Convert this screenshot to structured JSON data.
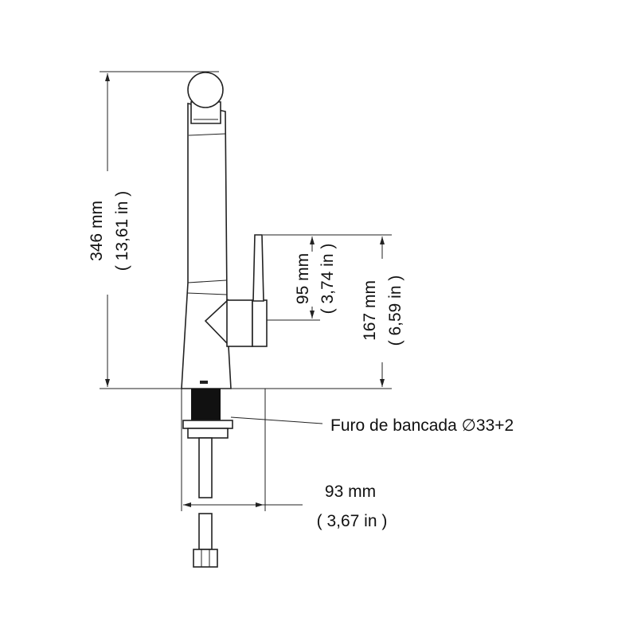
{
  "title": "Faucet dimensional drawing",
  "dimensions": {
    "total_height": {
      "mm": "346 mm",
      "in": "( 13,61 in )"
    },
    "lever_height": {
      "mm": "95 mm",
      "in": "( 3,74 in )"
    },
    "lever_top_height": {
      "mm": "167 mm",
      "in": "( 6,59 in )"
    },
    "base_width": {
      "mm": "93 mm",
      "in": "( 3,67 in )"
    }
  },
  "callout": {
    "label": "Furo de bancada ∅33+2"
  },
  "colors": {
    "line": "#222222",
    "background": "#ffffff"
  }
}
